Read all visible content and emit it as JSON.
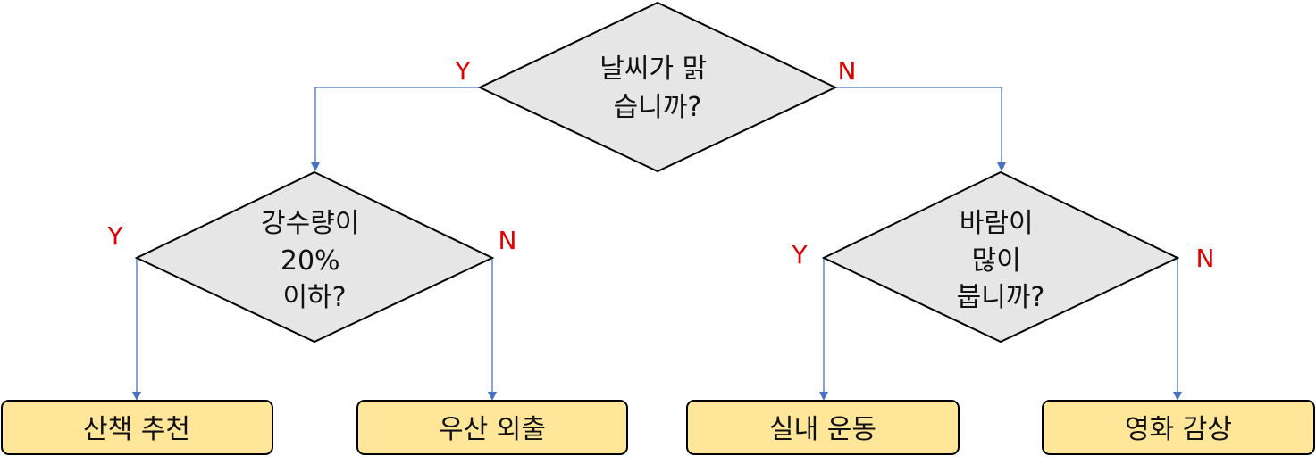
{
  "colors": {
    "decision_fill": "#e6e6e6",
    "result_fill": "#ffe699",
    "connector": "#4472c4",
    "edge_label": "#e00000",
    "outline": "#000000"
  },
  "decisions": {
    "weather": {
      "lines": [
        "날씨가 맑",
        "습니까?"
      ]
    },
    "rain": {
      "lines": [
        "강수량이",
        "20%",
        "이하?"
      ]
    },
    "wind": {
      "lines": [
        "바람이",
        "많이",
        "붑니까?"
      ]
    }
  },
  "edge_labels": {
    "weather_yes": "Y",
    "weather_no": "N",
    "rain_yes": "Y",
    "rain_no": "N",
    "wind_yes": "Y",
    "wind_no": "N"
  },
  "results": {
    "walk": "산책 추천",
    "umbrella": "우산 외출",
    "indoor": "실내 운동",
    "movie": "영화 감상"
  }
}
